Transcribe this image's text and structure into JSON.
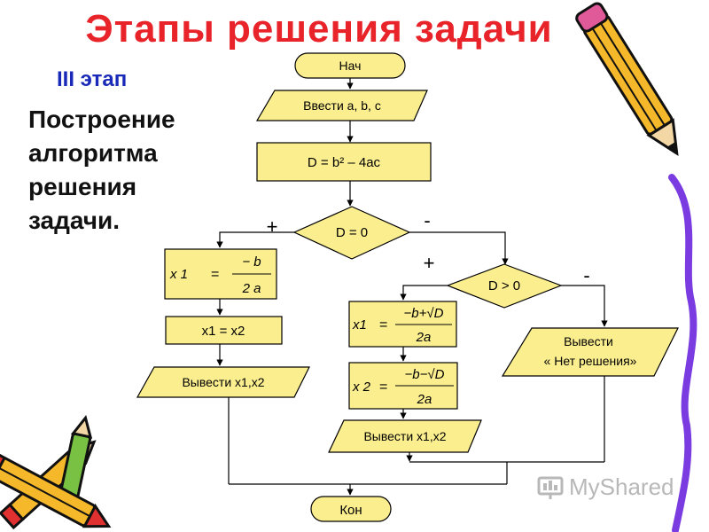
{
  "slide": {
    "title": "Этапы решения задачи",
    "stage": "III этап",
    "description_lines": [
      "Построение",
      "алгоритма",
      "решения",
      "задачи."
    ],
    "watermark": "MyShared"
  },
  "flowchart": {
    "start": "Нач",
    "input": "Ввести a, b, c",
    "discriminant": "D = b² – 4ac",
    "cond1": "D = 0",
    "cond1_yes": "+",
    "cond1_no": "-",
    "formula_single": {
      "lhs": "x 1",
      "eq": "=",
      "num": "− b",
      "den": "2 a"
    },
    "assign_equal": "x1 = x2",
    "output_left": "Вывести x1,x2",
    "cond2": "D > 0",
    "cond2_yes": "+",
    "cond2_no": "-",
    "formula_x1": {
      "lhs": "x1",
      "eq": "=",
      "num": "−b+√D",
      "den": "2a"
    },
    "formula_x2": {
      "lhs": "x 2",
      "eq": "=",
      "num": "−b−√D",
      "den": "2a"
    },
    "output_middle": "Вывести x1,x2",
    "no_solution_line1": "Вывести",
    "no_solution_line2": "« Нет решения»",
    "end": "Кон"
  },
  "colors": {
    "title": "#e8232a",
    "stage": "#1a2ab8",
    "block_fill": "#fbee8f",
    "stroke": "#000000",
    "watermark": "#b8b8b8"
  },
  "icons": [
    "pencil-icon",
    "crayons-icon",
    "myshared-logo-icon"
  ]
}
